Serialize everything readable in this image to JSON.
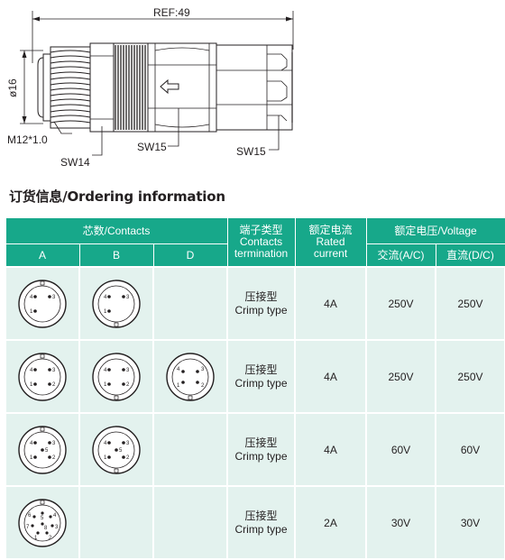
{
  "drawing": {
    "ref_label": "REF:49",
    "diameter_label": "ø16",
    "thread_label": "M12*1.0",
    "sw14_label": "SW14",
    "sw15_label_a": "SW15",
    "sw15_label_b": "SW15"
  },
  "section_title": "订货信息/Ordering information",
  "table": {
    "header": {
      "contacts": "芯数/Contacts",
      "termination_cn": "端子类型",
      "termination_en1": "Contacts",
      "termination_en2": "termination",
      "current_cn": "额定电流",
      "current_en1": "Rated",
      "current_en2": "current",
      "voltage": "额定电压/Voltage",
      "col_a": "A",
      "col_b": "B",
      "col_d": "D",
      "ac": "交流(A/C)",
      "dc": "直流(D/C)"
    },
    "rows": [
      {
        "term_cn": "压接型",
        "term_en": "Crimp type",
        "current": "4A",
        "ac": "250V",
        "dc": "250V"
      },
      {
        "term_cn": "压接型",
        "term_en": "Crimp type",
        "current": "4A",
        "ac": "250V",
        "dc": "250V"
      },
      {
        "term_cn": "压接型",
        "term_en": "Crimp type",
        "current": "4A",
        "ac": "60V",
        "dc": "60V"
      },
      {
        "term_cn": "压接型",
        "term_en": "Crimp type",
        "current": "2A",
        "ac": "30V",
        "dc": "30V"
      }
    ],
    "pin_labels": {
      "p1": "1",
      "p2": "2",
      "p3": "3",
      "p4": "4",
      "p5": "5",
      "p6": "6",
      "p7": "7",
      "p8": "8"
    }
  }
}
